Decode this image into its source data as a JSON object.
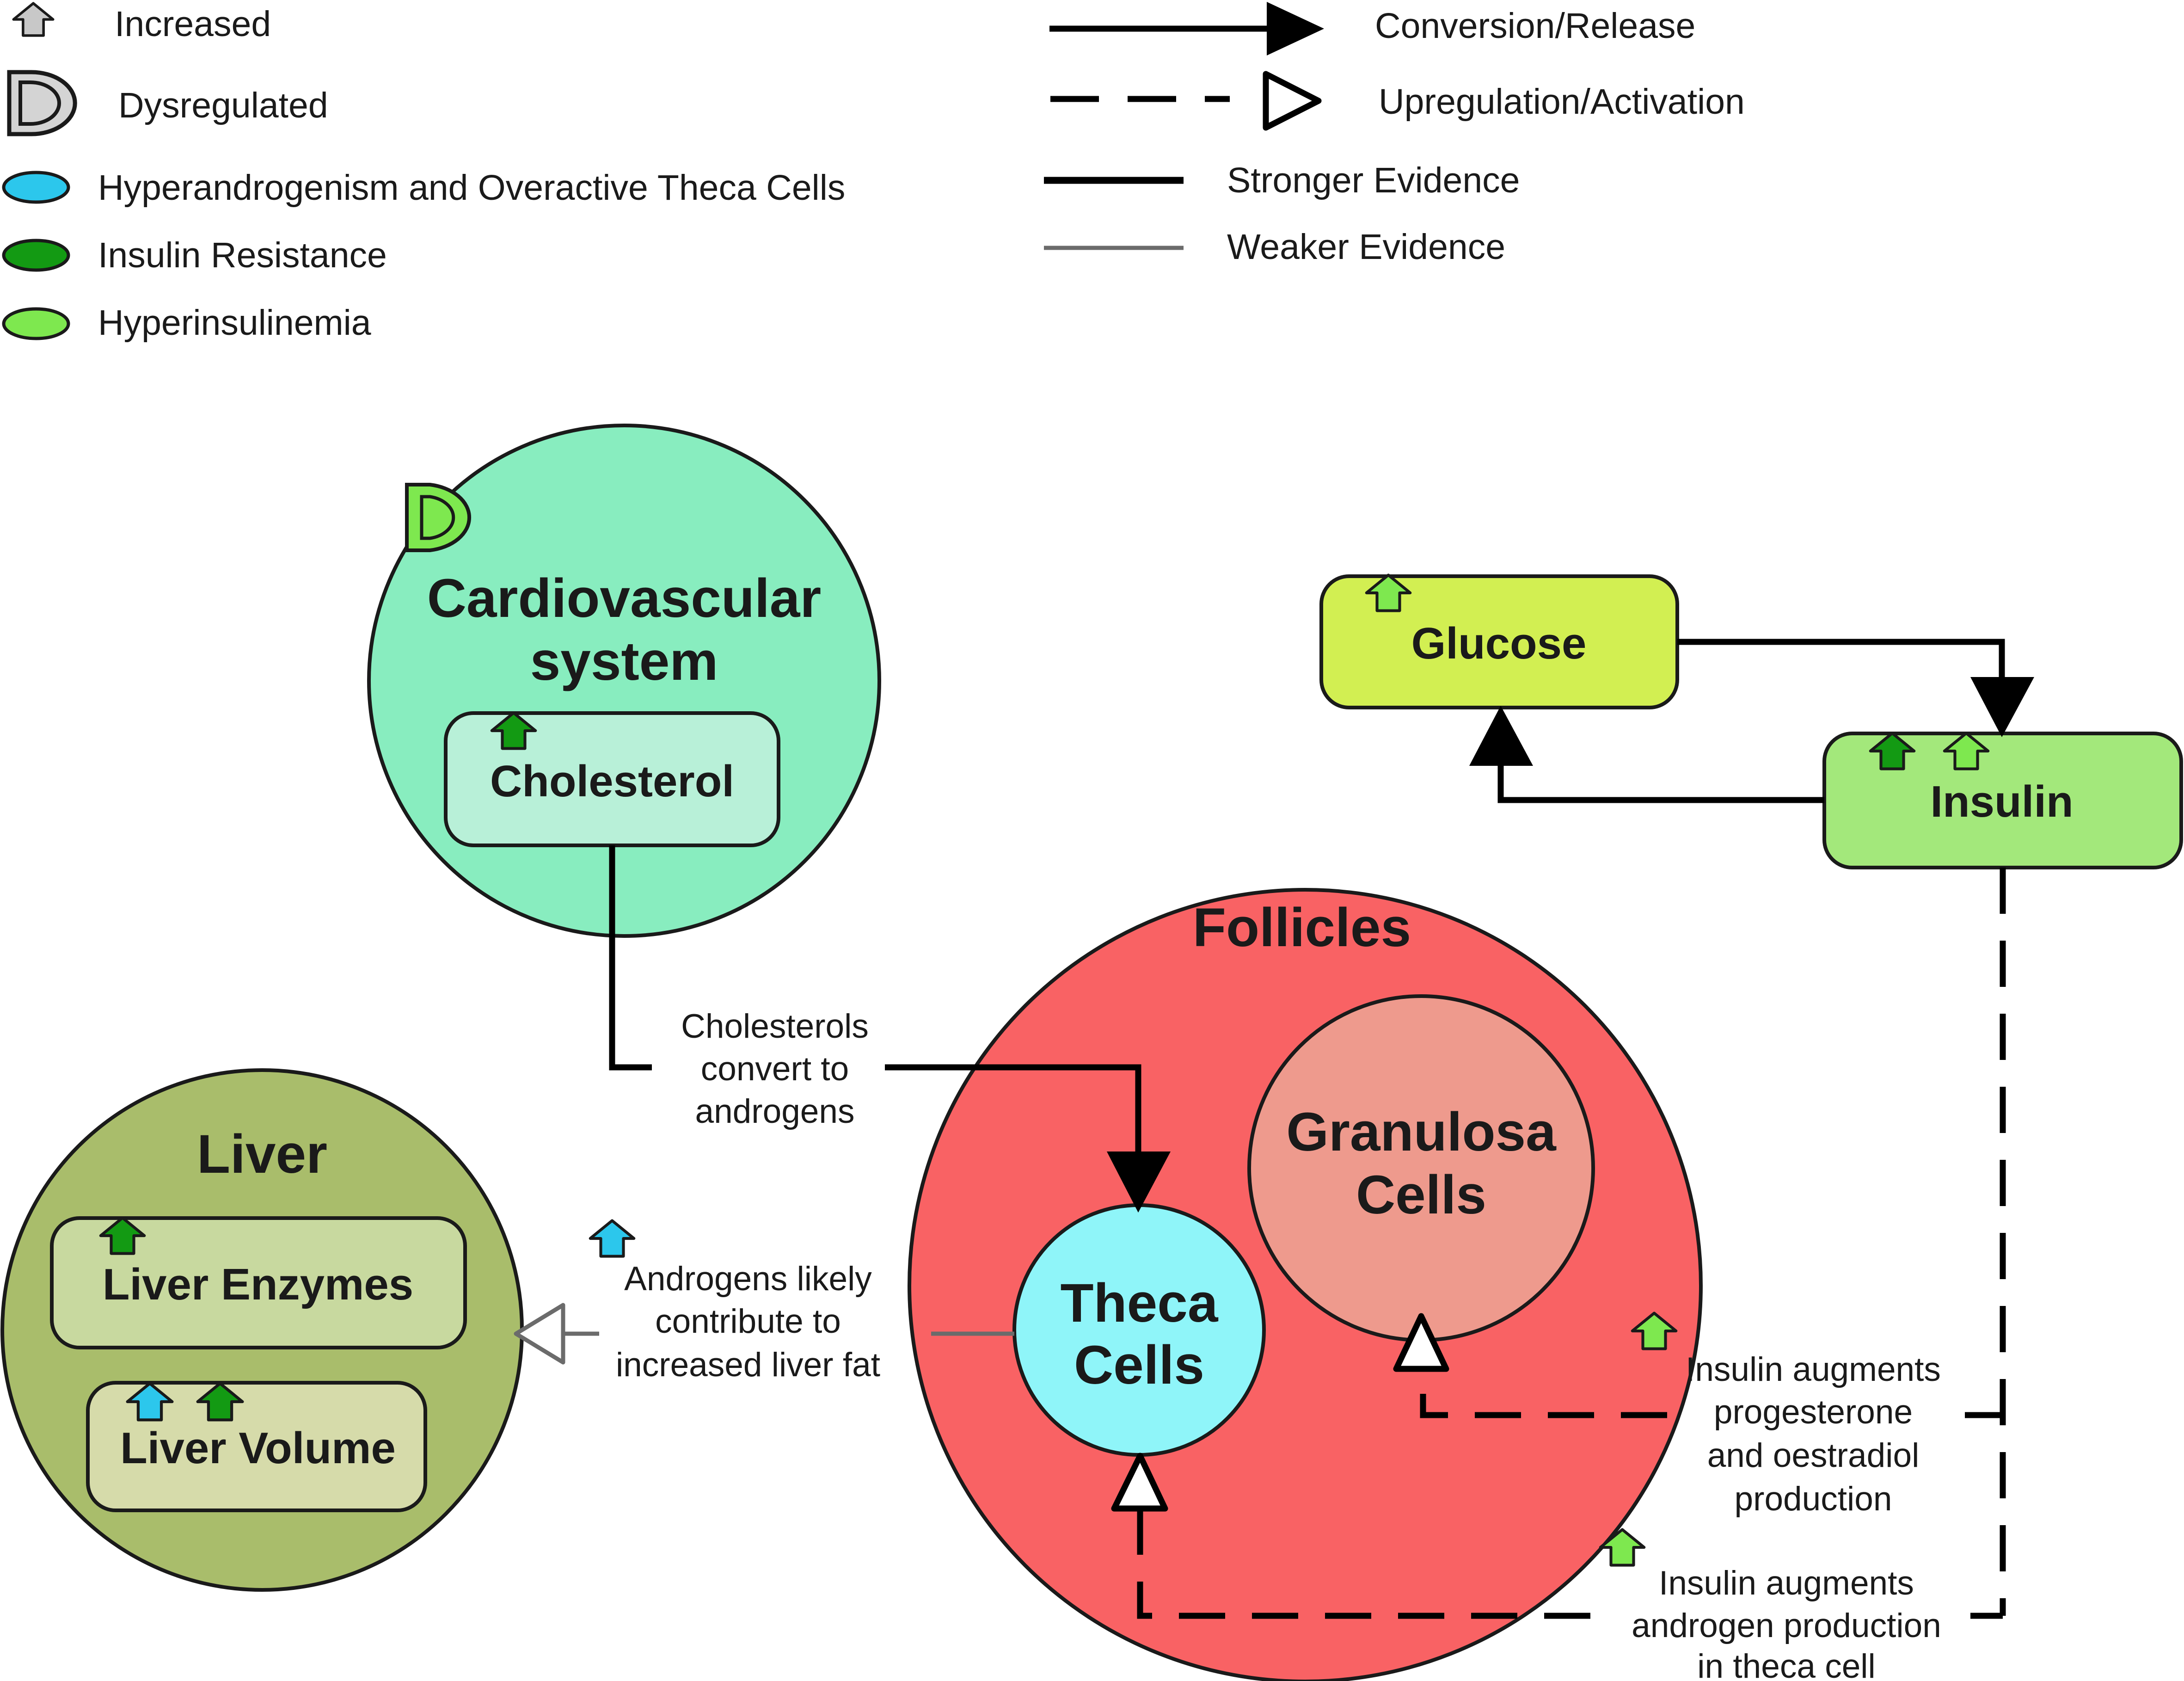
{
  "legend": {
    "increased": "Increased",
    "dysregulated": "Dysregulated",
    "hyperandrogenism": "Hyperandrogenism and Overactive Theca Cells",
    "insulin_resistance": "Insulin Resistance",
    "hyperinsulinemia": "Hyperinsulinemia",
    "conversion": "Conversion/Release",
    "upregulation": "Upregulation/Activation",
    "stronger": "Stronger Evidence",
    "weaker": "Weaker Evidence"
  },
  "colors": {
    "hyperandrogenism": "#2cc7ec",
    "insulin_resistance": "#139a13",
    "hyperinsulinemia": "#7ee84f",
    "increased_gray": "#c8c8c8",
    "cardio_fill": "#88edbf",
    "cholesterol_fill": "#b8f0d8",
    "liver_fill": "#a9bd6b",
    "liver_enzymes_fill": "#c8d99f",
    "liver_volume_fill": "#d6dbaa",
    "follicles_fill": "#f96264",
    "granulosa_fill": "#ee9a8d",
    "theca_fill": "#8ff5f9",
    "glucose_fill": "#d2ef52",
    "insulin_fill": "#a3e87b"
  },
  "nodes": {
    "cardio_line1": "Cardiovascular",
    "cardio_line2": "system",
    "cholesterol": "Cholesterol",
    "glucose": "Glucose",
    "insulin": "Insulin",
    "follicles": "Follicles",
    "granulosa_line1": "Granulosa",
    "granulosa_line2": "Cells",
    "theca_line1": "Theca",
    "theca_line2": "Cells",
    "liver": "Liver",
    "liver_enzymes": "Liver Enzymes",
    "liver_volume": "Liver Volume",
    "dysregulated_mark": "D"
  },
  "edges": {
    "cholesterol_line1": "Cholesterols",
    "cholesterol_line2": "convert to",
    "cholesterol_line3": "androgens",
    "androgen_line1": "Androgens likely",
    "androgen_line2": "contribute to",
    "androgen_line3": "increased liver fat",
    "progesterone_line1": "Insulin augments",
    "progesterone_line2": "progesterone",
    "progesterone_line3": "and oestradiol",
    "progesterone_line4": "production",
    "theca_line1": "Insulin augments",
    "theca_line2": "androgen production",
    "theca_line3": "in theca cell"
  },
  "icons": [
    "increased-arrow-icon",
    "dysregulated-d-icon"
  ]
}
